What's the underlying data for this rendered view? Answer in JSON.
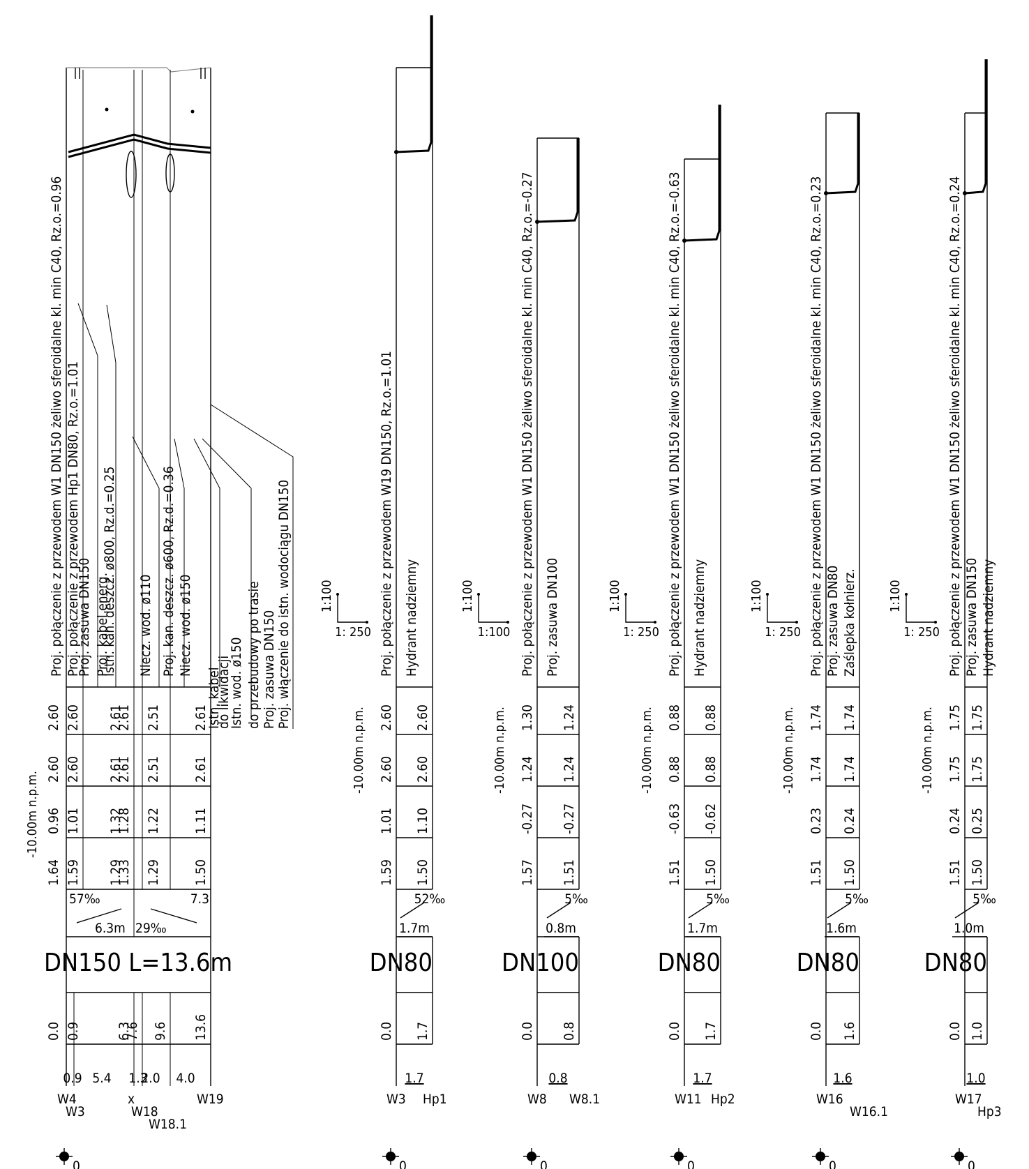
{
  "profiles": [
    {
      "id": "p1",
      "datum": "-10.00m n.p.m.",
      "label_main": "Proj. połączenie z przewodem W1 DN150 żeliwo sferoidalne kl. min C40, Rz.o.=0.96",
      "labels": [
        "Proj. połączenie z przewodem Hp1 DN80, Rz.o.=1.01",
        "Proj. zasuwa DN150",
        "Proj. kabel energ.",
        "Istn. kan. deszcz. ø800, Rz.d.=0.25",
        "Niecz. wod. ø110",
        "Proj. kan. deszcz. ø600, Rz.d.=0.36",
        "Niecz. wod. ø150",
        "Istn. kabel",
        "do likwidacji",
        "Istn. wod. ø150",
        "do przebudowy po trasie",
        "Proj. zasuwa DN150",
        "Proj. włączenie do istn. wodociągu DN150"
      ],
      "row_terrain": [
        "2.60",
        "2.60",
        "2.61",
        "2.61",
        "2.51",
        "2.61"
      ],
      "row_design": [
        "2.60",
        "2.60",
        "2.61",
        "2.61",
        "2.51",
        "2.61"
      ],
      "row_pipe_top": [
        "0.96",
        "1.01",
        "1.32",
        "1.28",
        "1.22",
        "1.11"
      ],
      "row_depth": [
        "1.64",
        "1.59",
        "1.29",
        "1.33",
        "1.29",
        "1.50"
      ],
      "slope_left": "57‰",
      "slope_left_len": "6.3m",
      "slope_right": "29‰",
      "slope_right_len": "7.3",
      "pipe": "DN150 L=13.6m",
      "km": [
        "0.0",
        "0.9",
        "6.3",
        "7.6",
        "9.6",
        "13.6"
      ],
      "dist": [
        "0.9",
        "5.4",
        "1.3",
        "2.0",
        "4.0"
      ],
      "nodes": [
        "W4",
        "W3",
        "x",
        "W18",
        "W18.1",
        "W19"
      ],
      "north": "0"
    },
    {
      "id": "p2",
      "datum": "-10.00m n.p.m.",
      "scale_v": "1:100",
      "scale_h": "1: 250",
      "label_main": "Proj. połączenie z przewodem W19 DN150, Rz.o.=1.01",
      "label_end": "Hydrant nadziemny",
      "row_terrain": [
        "2.60",
        "2.60"
      ],
      "row_design": [
        "2.60",
        "2.60"
      ],
      "row_pipe_top": [
        "1.01",
        "1.10"
      ],
      "row_depth": [
        "1.59",
        "1.50"
      ],
      "slope": "52‰",
      "slope_len": "1.7m",
      "pipe": "DN80",
      "km": [
        "0.0",
        "1.7"
      ],
      "dist": "1.7",
      "nodes": [
        "W3",
        "Hp1"
      ],
      "north": "0"
    },
    {
      "id": "p3",
      "datum": "-10.00m n.p.m.",
      "scale_v": "1:100",
      "scale_h": "1:100",
      "label_main": "Proj. połączenie z przewodem W1 DN150 żeliwo sferoidalne kl. min C40, Rz.o.=-0.27",
      "label_end": "Proj. zasuwa DN100",
      "row_terrain": [
        "1.30",
        "1.24"
      ],
      "row_design": [
        "1.24",
        "1.24"
      ],
      "row_pipe_top": [
        "-0.27",
        "-0.27"
      ],
      "row_depth": [
        "1.57",
        "1.51"
      ],
      "slope": "5‰",
      "slope_len": "0.8m",
      "pipe": "DN100",
      "km": [
        "0.0",
        "0.8"
      ],
      "dist": "0.8",
      "nodes": [
        "W8",
        "W8.1"
      ],
      "north": "0"
    },
    {
      "id": "p4",
      "datum": "-10.00m n.p.m.",
      "scale_v": "1:100",
      "scale_h": "1: 250",
      "label_main": "Proj. połączenie z przewodem W1 DN150 żeliwo sferoidalne kl. min C40, Rz.o.=-0.63",
      "label_end": "Hydrant nadziemny",
      "row_terrain": [
        "0.88",
        "0.88"
      ],
      "row_design": [
        "0.88",
        "0.88"
      ],
      "row_pipe_top": [
        "-0.63",
        "-0.62"
      ],
      "row_depth": [
        "1.51",
        "1.50"
      ],
      "slope": "5‰",
      "slope_len": "1.7m",
      "pipe": "DN80",
      "km": [
        "0.0",
        "1.7"
      ],
      "dist": "1.7",
      "nodes": [
        "W11",
        "Hp2"
      ],
      "north": "0"
    },
    {
      "id": "p5",
      "datum": "-10.00m n.p.m.",
      "scale_v": "1:100",
      "scale_h": "1: 250",
      "label_main": "Proj. połączenie z przewodem W1 DN150 żeliwo sferoidalne kl. min C40, Rz.o.=0.23",
      "label_mid": "Proj. zasuwa DN80",
      "label_end": "Zaślepka kołnierz.",
      "row_terrain": [
        "1.74",
        "1.74"
      ],
      "row_design": [
        "1.74",
        "1.74"
      ],
      "row_pipe_top": [
        "0.23",
        "0.24"
      ],
      "row_depth": [
        "1.51",
        "1.50"
      ],
      "slope": "5‰",
      "slope_len": "1.6m",
      "pipe": "DN80",
      "km": [
        "0.0",
        "1.6"
      ],
      "dist": "1.6",
      "nodes": [
        "W16",
        "W16.1"
      ],
      "north": "0"
    },
    {
      "id": "p6",
      "datum": "-10.00m n.p.m.",
      "scale_v": "1:100",
      "scale_h": "1: 250",
      "label_main": "Proj. połączenie z przewodem W1 DN150 żeliwo sferoidalne kl. min C40, Rz.o.=0.24",
      "label_mid": "Proj. zasuwa DN150",
      "label_end": "Hydrant nadziemny",
      "row_terrain": [
        "1.75",
        "1.75"
      ],
      "row_design": [
        "1.75",
        "1.75"
      ],
      "row_pipe_top": [
        "0.24",
        "0.25"
      ],
      "row_depth": [
        "1.51",
        "1.50"
      ],
      "slope": "5‰",
      "slope_len": "1.0m",
      "pipe": "DN80",
      "km": [
        "0.0",
        "1.0"
      ],
      "dist": "1.0",
      "nodes": [
        "W17",
        "Hp3"
      ],
      "north": "0"
    }
  ]
}
